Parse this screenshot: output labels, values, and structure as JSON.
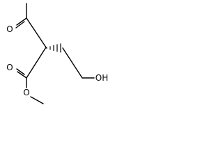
{
  "molecule": {
    "atoms": {
      "ketone_oxygen": "O",
      "ester_carbonyl_oxygen": "O",
      "ester_ether_oxygen": "O",
      "hydroxyl": "OH"
    },
    "colors": {
      "bond": "#000000",
      "label": "#000000",
      "background": "#ffffff"
    }
  }
}
